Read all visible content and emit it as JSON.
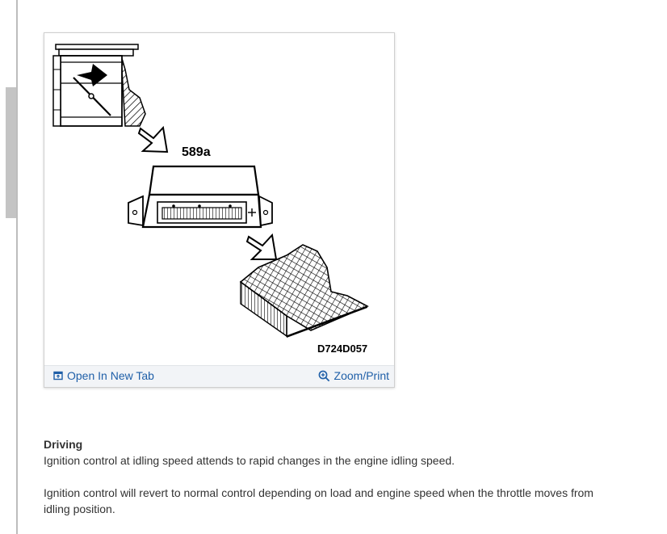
{
  "figure": {
    "part_label": "589a",
    "figure_code": "D724D057"
  },
  "toolbar": {
    "open_new_tab_label": "Open In New Tab",
    "zoom_print_label": "Zoom/Print",
    "open_icon": "external-tab-icon",
    "zoom_icon": "zoom-in-icon",
    "link_color": "#1f5fa8"
  },
  "article": {
    "heading": "Driving",
    "paragraph_1": "Ignition control at idling speed attends to rapid changes in the engine idling speed.",
    "paragraph_2": "Ignition control will revert to normal control depending on load and engine speed when the throttle moves from idling position."
  }
}
